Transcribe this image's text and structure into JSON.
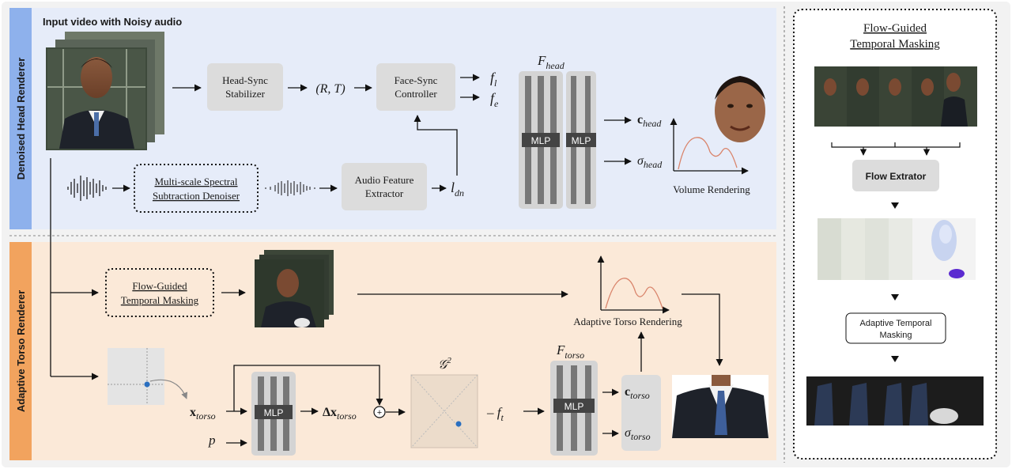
{
  "input_title": "Input video with Noisy audio",
  "head_section_label": "Denoised Head Renderer",
  "torso_section_label": "Adaptive Torso Renderer",
  "head": {
    "stabilizer": [
      "Head-Sync",
      "Stabilizer"
    ],
    "pose_symbol": "(R, T)",
    "controller": [
      "Face-Sync",
      "Controller"
    ],
    "f_l": "f",
    "f_l_sub": "l",
    "f_e": "f",
    "f_e_sub": "e",
    "denoiser": [
      "Multi-scale Spectral",
      "Subtraction Denoiser"
    ],
    "audio_extractor": [
      "Audio Feature",
      "Extractor"
    ],
    "l_dn": "l",
    "l_dn_sub": "dn",
    "F_head": "F",
    "F_head_sub": "head",
    "mlp_label": "MLP",
    "c_head": "c",
    "c_head_sub": "head",
    "sigma_head": "σ",
    "sigma_head_sub": "head",
    "volume_rendering": "Volume Rendering"
  },
  "torso": {
    "masking_box": [
      "Flow-Guided",
      "Temporal Masking"
    ],
    "adaptive_rendering": "Adaptive Torso Rendering",
    "x_torso": "x",
    "x_torso_sub": "torso",
    "p_symbol": "p",
    "mlp_label": "MLP",
    "delta_x": "Δx",
    "delta_x_sub": "torso",
    "plus": "+",
    "g2": "𝒢",
    "g2_sup": "2",
    "f_t": "– f",
    "f_t_sub": "t",
    "F_torso": "F",
    "F_torso_sub": "torso",
    "c_torso": "c",
    "c_torso_sub": "torso",
    "sigma_torso": "σ",
    "sigma_torso_sub": "torso"
  },
  "right_panel": {
    "title": [
      "Flow-Guided",
      "Temporal Masking"
    ],
    "flow_extractor": "Flow Extrator",
    "adaptive_masking": [
      "Adaptive Temporal",
      "Masking"
    ]
  },
  "colors": {
    "head_bg": "#e6ecf9",
    "head_strip": "#8eb1ec",
    "torso_bg": "#fbe9d8",
    "torso_strip": "#f2a35e",
    "module_box": "#dcdcdc",
    "curve": "#d9846b",
    "point": "#2a6fc0"
  }
}
